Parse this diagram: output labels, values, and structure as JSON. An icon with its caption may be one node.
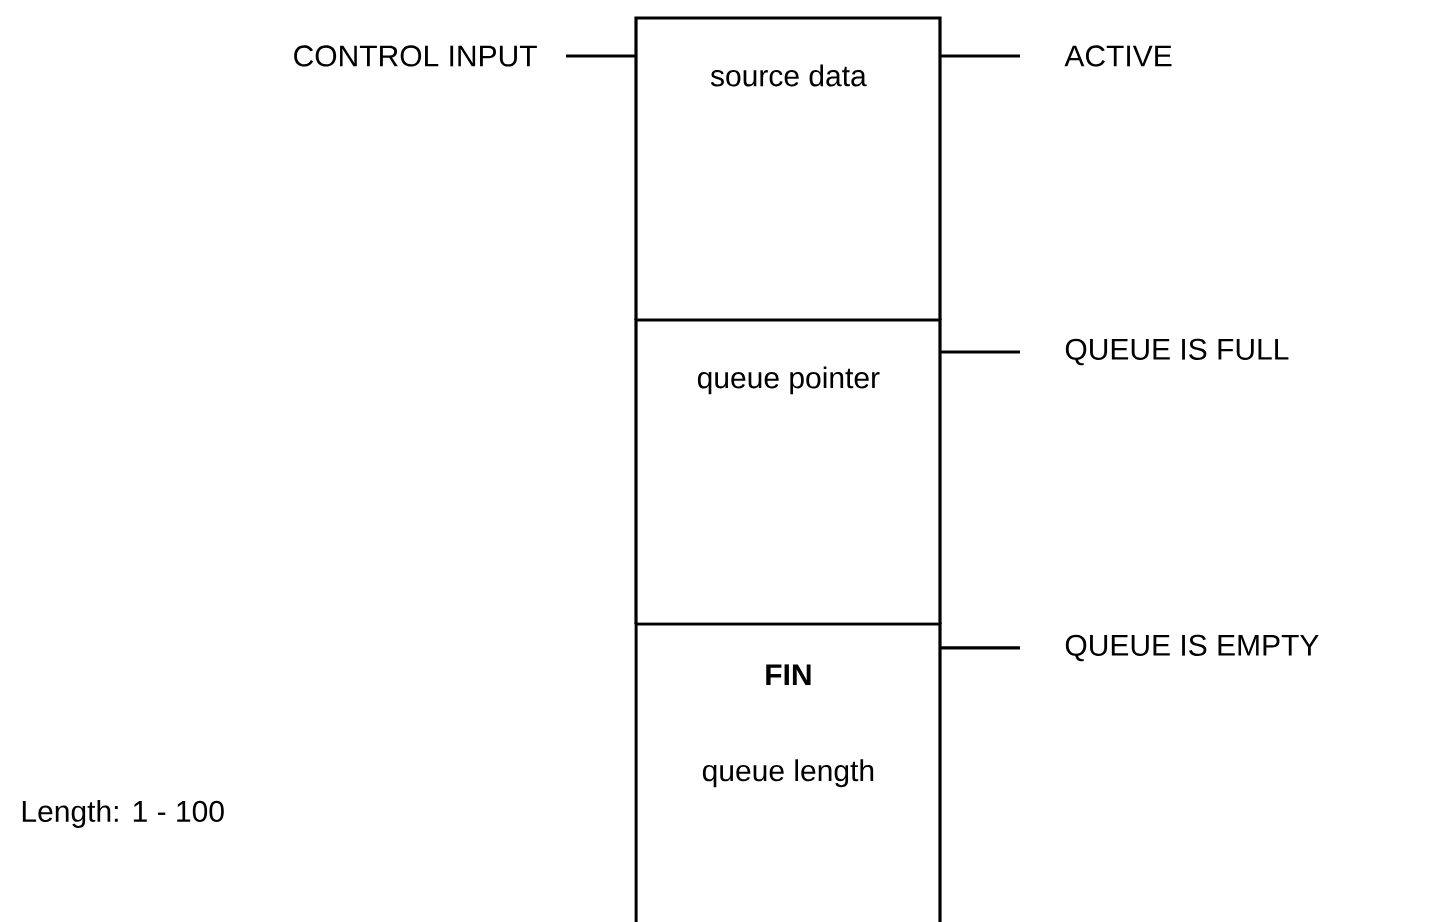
{
  "diagram": {
    "nodes": [
      {
        "text": [
          "source data"
        ]
      },
      {
        "text": [
          "queue pointer"
        ]
      },
      {
        "text": [
          "FIN",
          "queue length"
        ]
      },
      {
        "text": [
          "CONTROL INPUT"
        ]
      },
      {
        "text": [
          "ACTIVE"
        ]
      },
      {
        "text": [
          "QUEUE IS FULL"
        ]
      },
      {
        "text": [
          "QUEUE IS EMPTY"
        ]
      }
    ],
    "edges": [
      {
        "from": 3,
        "to": 0,
        "arrow": "none"
      },
      {
        "from": 0,
        "to": 4,
        "arrow": "none"
      },
      {
        "from": 1,
        "to": 5,
        "arrow": "none"
      },
      {
        "from": 2,
        "to": 6,
        "arrow": "none"
      }
    ],
    "labels": [
      "Length: 1 - 100"
    ]
  }
}
